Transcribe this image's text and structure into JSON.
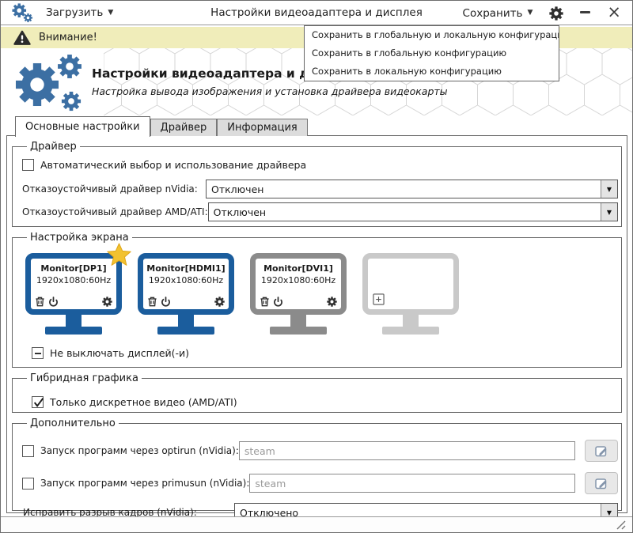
{
  "titlebar": {
    "load_label": "Загрузить",
    "title": "Настройки видеоадаптера и дисплея",
    "save_label": "Сохранить"
  },
  "warning": {
    "text": "Внимание!"
  },
  "save_menu": {
    "items": [
      "Сохранить в глобальную и локальную конфигурацию",
      "Сохранить в глобальную конфигурацию",
      "Сохранить в локальную конфигурацию"
    ]
  },
  "header": {
    "title": "Настройки видеоадаптера и дисплея",
    "subtitle": "Настройка вывода изображения и установка драйвера видеокарты"
  },
  "tabs": [
    {
      "label": "Основные настройки",
      "active": true
    },
    {
      "label": "Драйвер",
      "active": false
    },
    {
      "label": "Информация",
      "active": false
    }
  ],
  "groups": {
    "driver": {
      "legend": "Драйвер",
      "auto_checkbox": "Автоматический выбор и использование драйвера",
      "auto_checked": false,
      "nvidia_label": "Отказоустойчивый драйвер nVidia:",
      "nvidia_value": "Отключен",
      "amd_label": "Отказоустойчивый драйвер AMD/ATI:",
      "amd_value": "Отключен"
    },
    "screen": {
      "legend": "Настройка экрана",
      "monitors": [
        {
          "name": "Monitor[DP1]",
          "resolution": "1920x1080:60Hz",
          "state": "active",
          "primary": true
        },
        {
          "name": "Monitor[HDMI1]",
          "resolution": "1920x1080:60Hz",
          "state": "active",
          "primary": false
        },
        {
          "name": "Monitor[DVI1]",
          "resolution": "1920x1080:60Hz",
          "state": "disabled",
          "primary": false
        },
        {
          "name": "",
          "resolution": "",
          "state": "empty",
          "primary": false
        }
      ],
      "keep_on_checkbox": "Не выключать дисплей(-и)",
      "keep_on_state": "partial"
    },
    "hybrid": {
      "legend": "Гибридная графика",
      "discrete_checkbox": "Только дискретное видео (AMD/ATI)",
      "discrete_checked": true
    },
    "extra": {
      "legend": "Дополнительно",
      "optirun_label": "Запуск программ через optirun (nVidia):",
      "optirun_placeholder": "steam",
      "optirun_checked": false,
      "primusun_label": "Запуск программ через primusun (nVidia):",
      "primusun_placeholder": "steam",
      "primusun_checked": false,
      "tearing_label": "Исправить разрыв кадров (nVidia):",
      "tearing_value": "Отключено"
    }
  },
  "icons": {
    "app-logo": "two-gears",
    "caret": "▼",
    "settings": "gear",
    "minimize": "—",
    "close": "×",
    "warning": "black-triangle-exclamation",
    "monitor_actions": [
      "trash",
      "power",
      "gear"
    ],
    "add_monitor": "plus-box",
    "edit": "pencil-square",
    "primary_marker": "gold-star",
    "resize_grip": "diagonal-lines"
  },
  "colors": {
    "accent_blue": "#1b5d9d",
    "logo_blue": "#3c6fa3",
    "warning_bg": "#f0edba",
    "star_gold": "#f2c230",
    "monitor_disabled": "#8b8b8b",
    "monitor_empty": "#c9c9c9",
    "tab_inactive_bg": "#dcdcdc"
  }
}
